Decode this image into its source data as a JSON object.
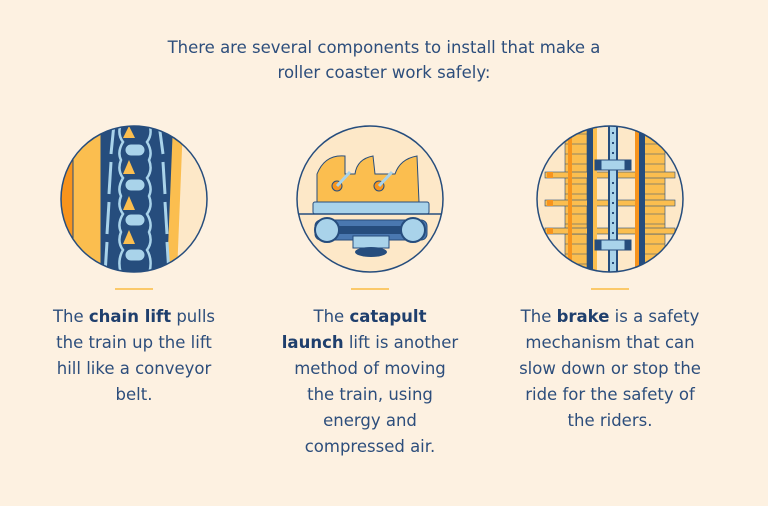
{
  "intro": {
    "line1": "There are several components to install that make a",
    "line2": "roller coaster work safely:"
  },
  "colors": {
    "background": "#fdf1e1",
    "text": "#2d4e7c",
    "navy": "#264d7d",
    "orange": "#f7941d",
    "yellow": "#fbbe4f",
    "light_blue": "#a9d3ea",
    "cream": "#fde8c8",
    "divider": "#fbc96a"
  },
  "components": [
    {
      "icon": "chain-lift-icon",
      "pre": "The ",
      "bold": "chain lift",
      "post": " pulls the train up the lift hill like a conveyor belt."
    },
    {
      "icon": "catapult-launch-icon",
      "pre": "The ",
      "bold": "catapult launch",
      "post": " lift is another method of moving the train, using energy and compressed air."
    },
    {
      "icon": "brake-icon",
      "pre": "The ",
      "bold": "brake",
      "post": " is a safety mechanism that can slow down or stop the ride for the safety of the riders."
    }
  ]
}
